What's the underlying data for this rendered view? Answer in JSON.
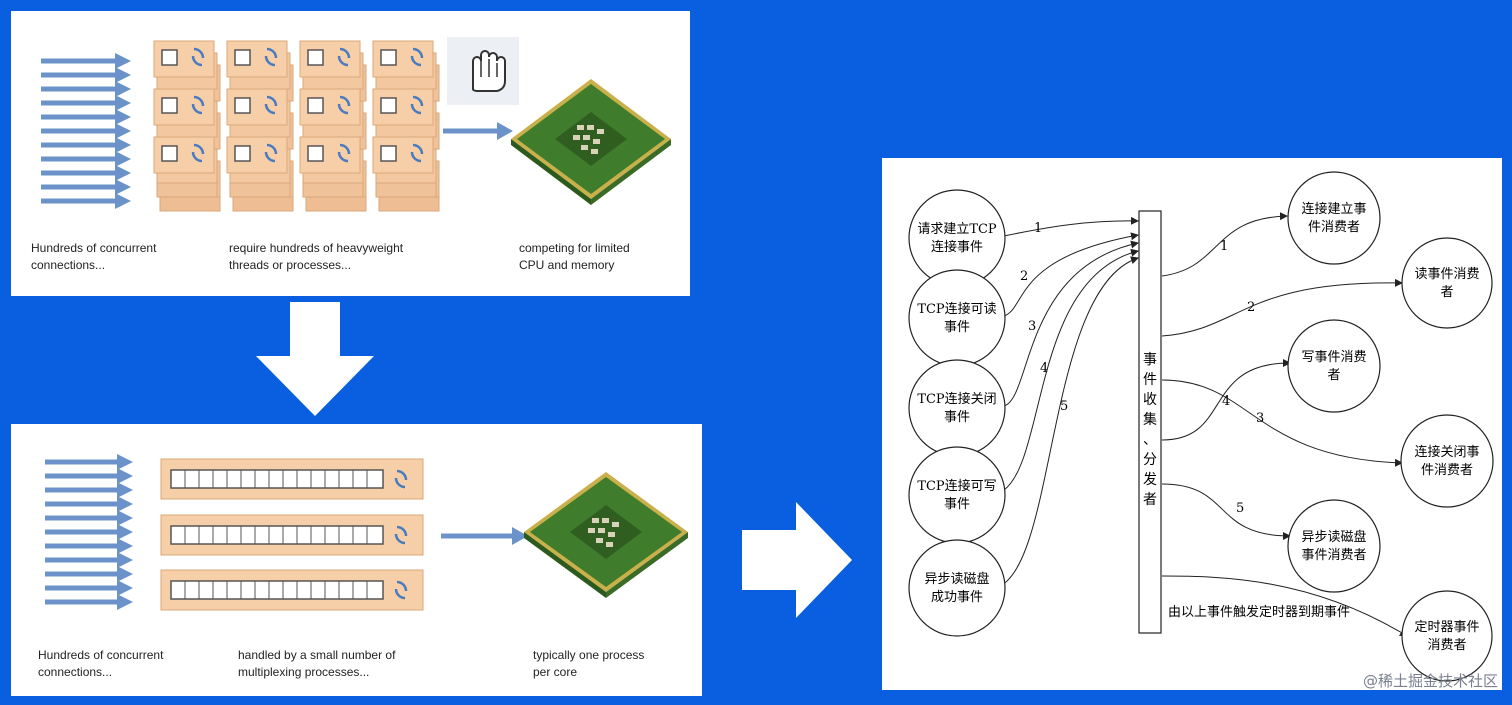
{
  "top_panel": {
    "captions": [
      "Hundreds of concurrent\nconnections...",
      "require hundreds of heavyweight\nthreads or processes...",
      "competing for limited\nCPU and memory"
    ]
  },
  "bottom_panel": {
    "captions": [
      "Hundreds of concurrent\nconnections...",
      "handled by a small number of\nmultiplexing processes...",
      "typically one process\nper core"
    ]
  },
  "right_diagram": {
    "sources": [
      {
        "line1": "请求建立TCP",
        "line2": "连接事件"
      },
      {
        "line1": "TCP连接可读",
        "line2": "事件"
      },
      {
        "line1": "TCP连接关闭",
        "line2": "事件"
      },
      {
        "line1": "TCP连接可写",
        "line2": "事件"
      },
      {
        "line1": "异步读磁盘",
        "line2": "成功事件"
      }
    ],
    "dispatcher_label": [
      "事",
      "件",
      "收",
      "集",
      "、",
      "分",
      "发",
      "者"
    ],
    "consumers": [
      {
        "line1": "连接建立事",
        "line2": "件消费者"
      },
      {
        "line1": "读事件消费",
        "line2": "者"
      },
      {
        "line1": "写事件消费",
        "line2": "者"
      },
      {
        "line1": "连接关闭事",
        "line2": "件消费者"
      },
      {
        "line1": "异步读磁盘",
        "line2": "事件消费者"
      },
      {
        "line1": "定时器事件",
        "line2": "消费者"
      }
    ],
    "in_numbers": [
      "1",
      "2",
      "3",
      "4",
      "5"
    ],
    "out_numbers": [
      "1",
      "2",
      "4",
      "3",
      "5"
    ],
    "timer_note": "由以上事件触发定时器到期事件"
  },
  "watermark": "@稀土掘金技术社区",
  "colors": {
    "background": "#0a5fe0",
    "arrow_blue": "#6b93c9",
    "tile_fill": "#f6cfa8",
    "tile_border": "#d9a77a",
    "cpu_green": "#3f7d2c",
    "cpu_gold": "#c9b04a"
  },
  "icons": [
    "hand-cursor-icon",
    "cpu-chip-icon",
    "refresh-icon",
    "down-arrow-icon",
    "right-arrow-icon"
  ]
}
